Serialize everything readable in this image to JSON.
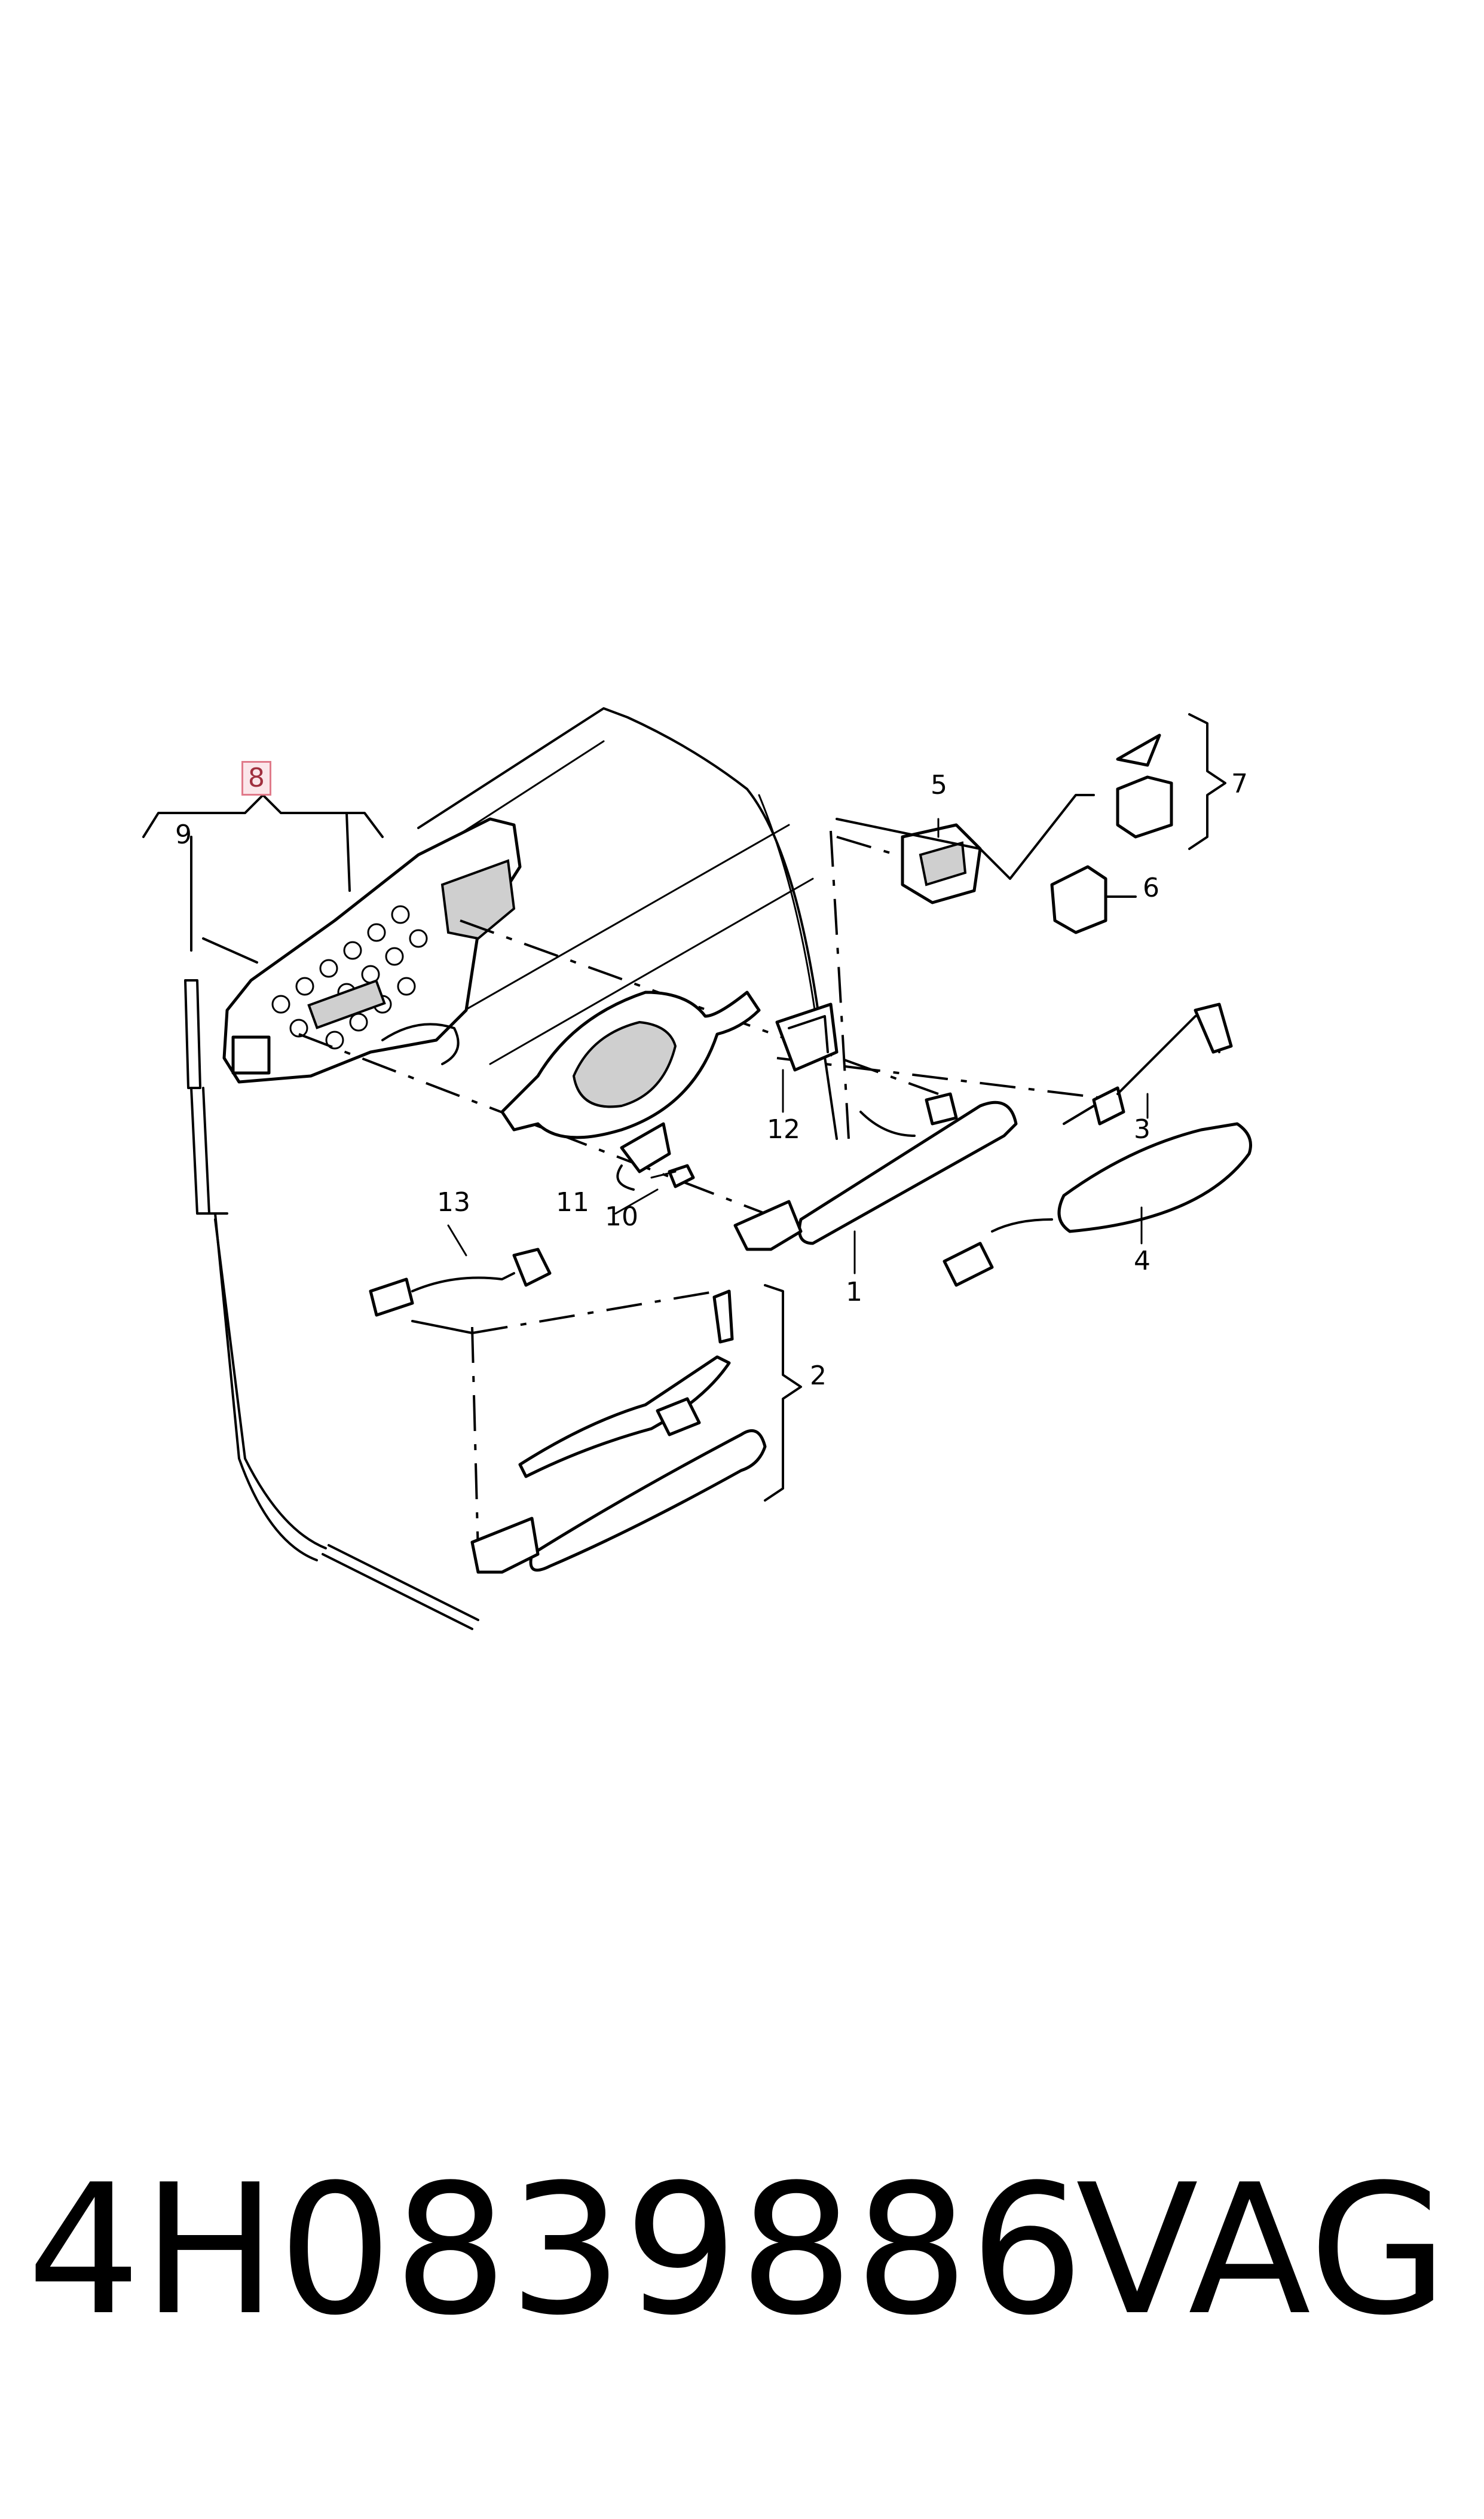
{
  "diagram": {
    "callouts": [
      {
        "id": "1",
        "text": "1"
      },
      {
        "id": "2",
        "text": "2"
      },
      {
        "id": "3",
        "text": "3"
      },
      {
        "id": "4",
        "text": "4"
      },
      {
        "id": "5",
        "text": "5"
      },
      {
        "id": "6",
        "text": "6"
      },
      {
        "id": "7",
        "text": "7"
      },
      {
        "id": "8",
        "text": "8",
        "highlighted": true
      },
      {
        "id": "9",
        "text": "9"
      },
      {
        "id": "10",
        "text": "10"
      },
      {
        "id": "11",
        "text": "11"
      },
      {
        "id": "12",
        "text": "12"
      },
      {
        "id": "13",
        "text": "13"
      }
    ],
    "highlight_color": "#e07a8a"
  },
  "footer": {
    "part_number": "4H0839886",
    "brand": "VAG"
  }
}
